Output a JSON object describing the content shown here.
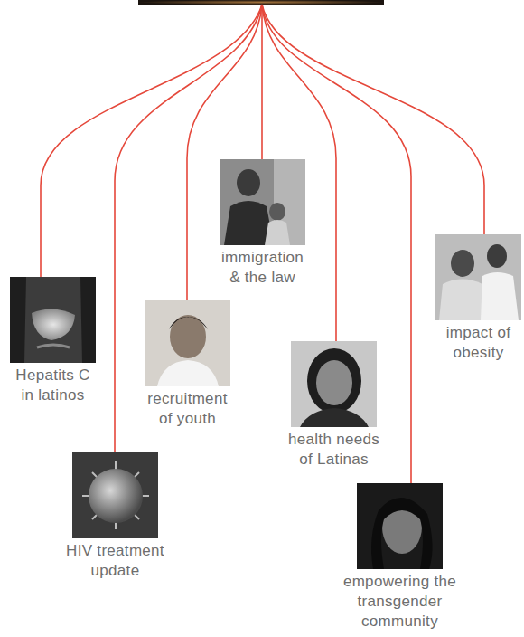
{
  "diagram": {
    "nodes": [
      {
        "text": [
          "immigration & the law"
        ]
      },
      {
        "text": [
          "impact of obesity"
        ]
      },
      {
        "text": [
          "Hepatits C in latinos"
        ]
      },
      {
        "text": [
          "recruitment of youth"
        ]
      },
      {
        "text": [
          "health needs of Latinas"
        ]
      },
      {
        "text": [
          "HIV treatment update"
        ]
      },
      {
        "text": [
          "empowering the transgender community"
        ]
      }
    ]
  }
}
